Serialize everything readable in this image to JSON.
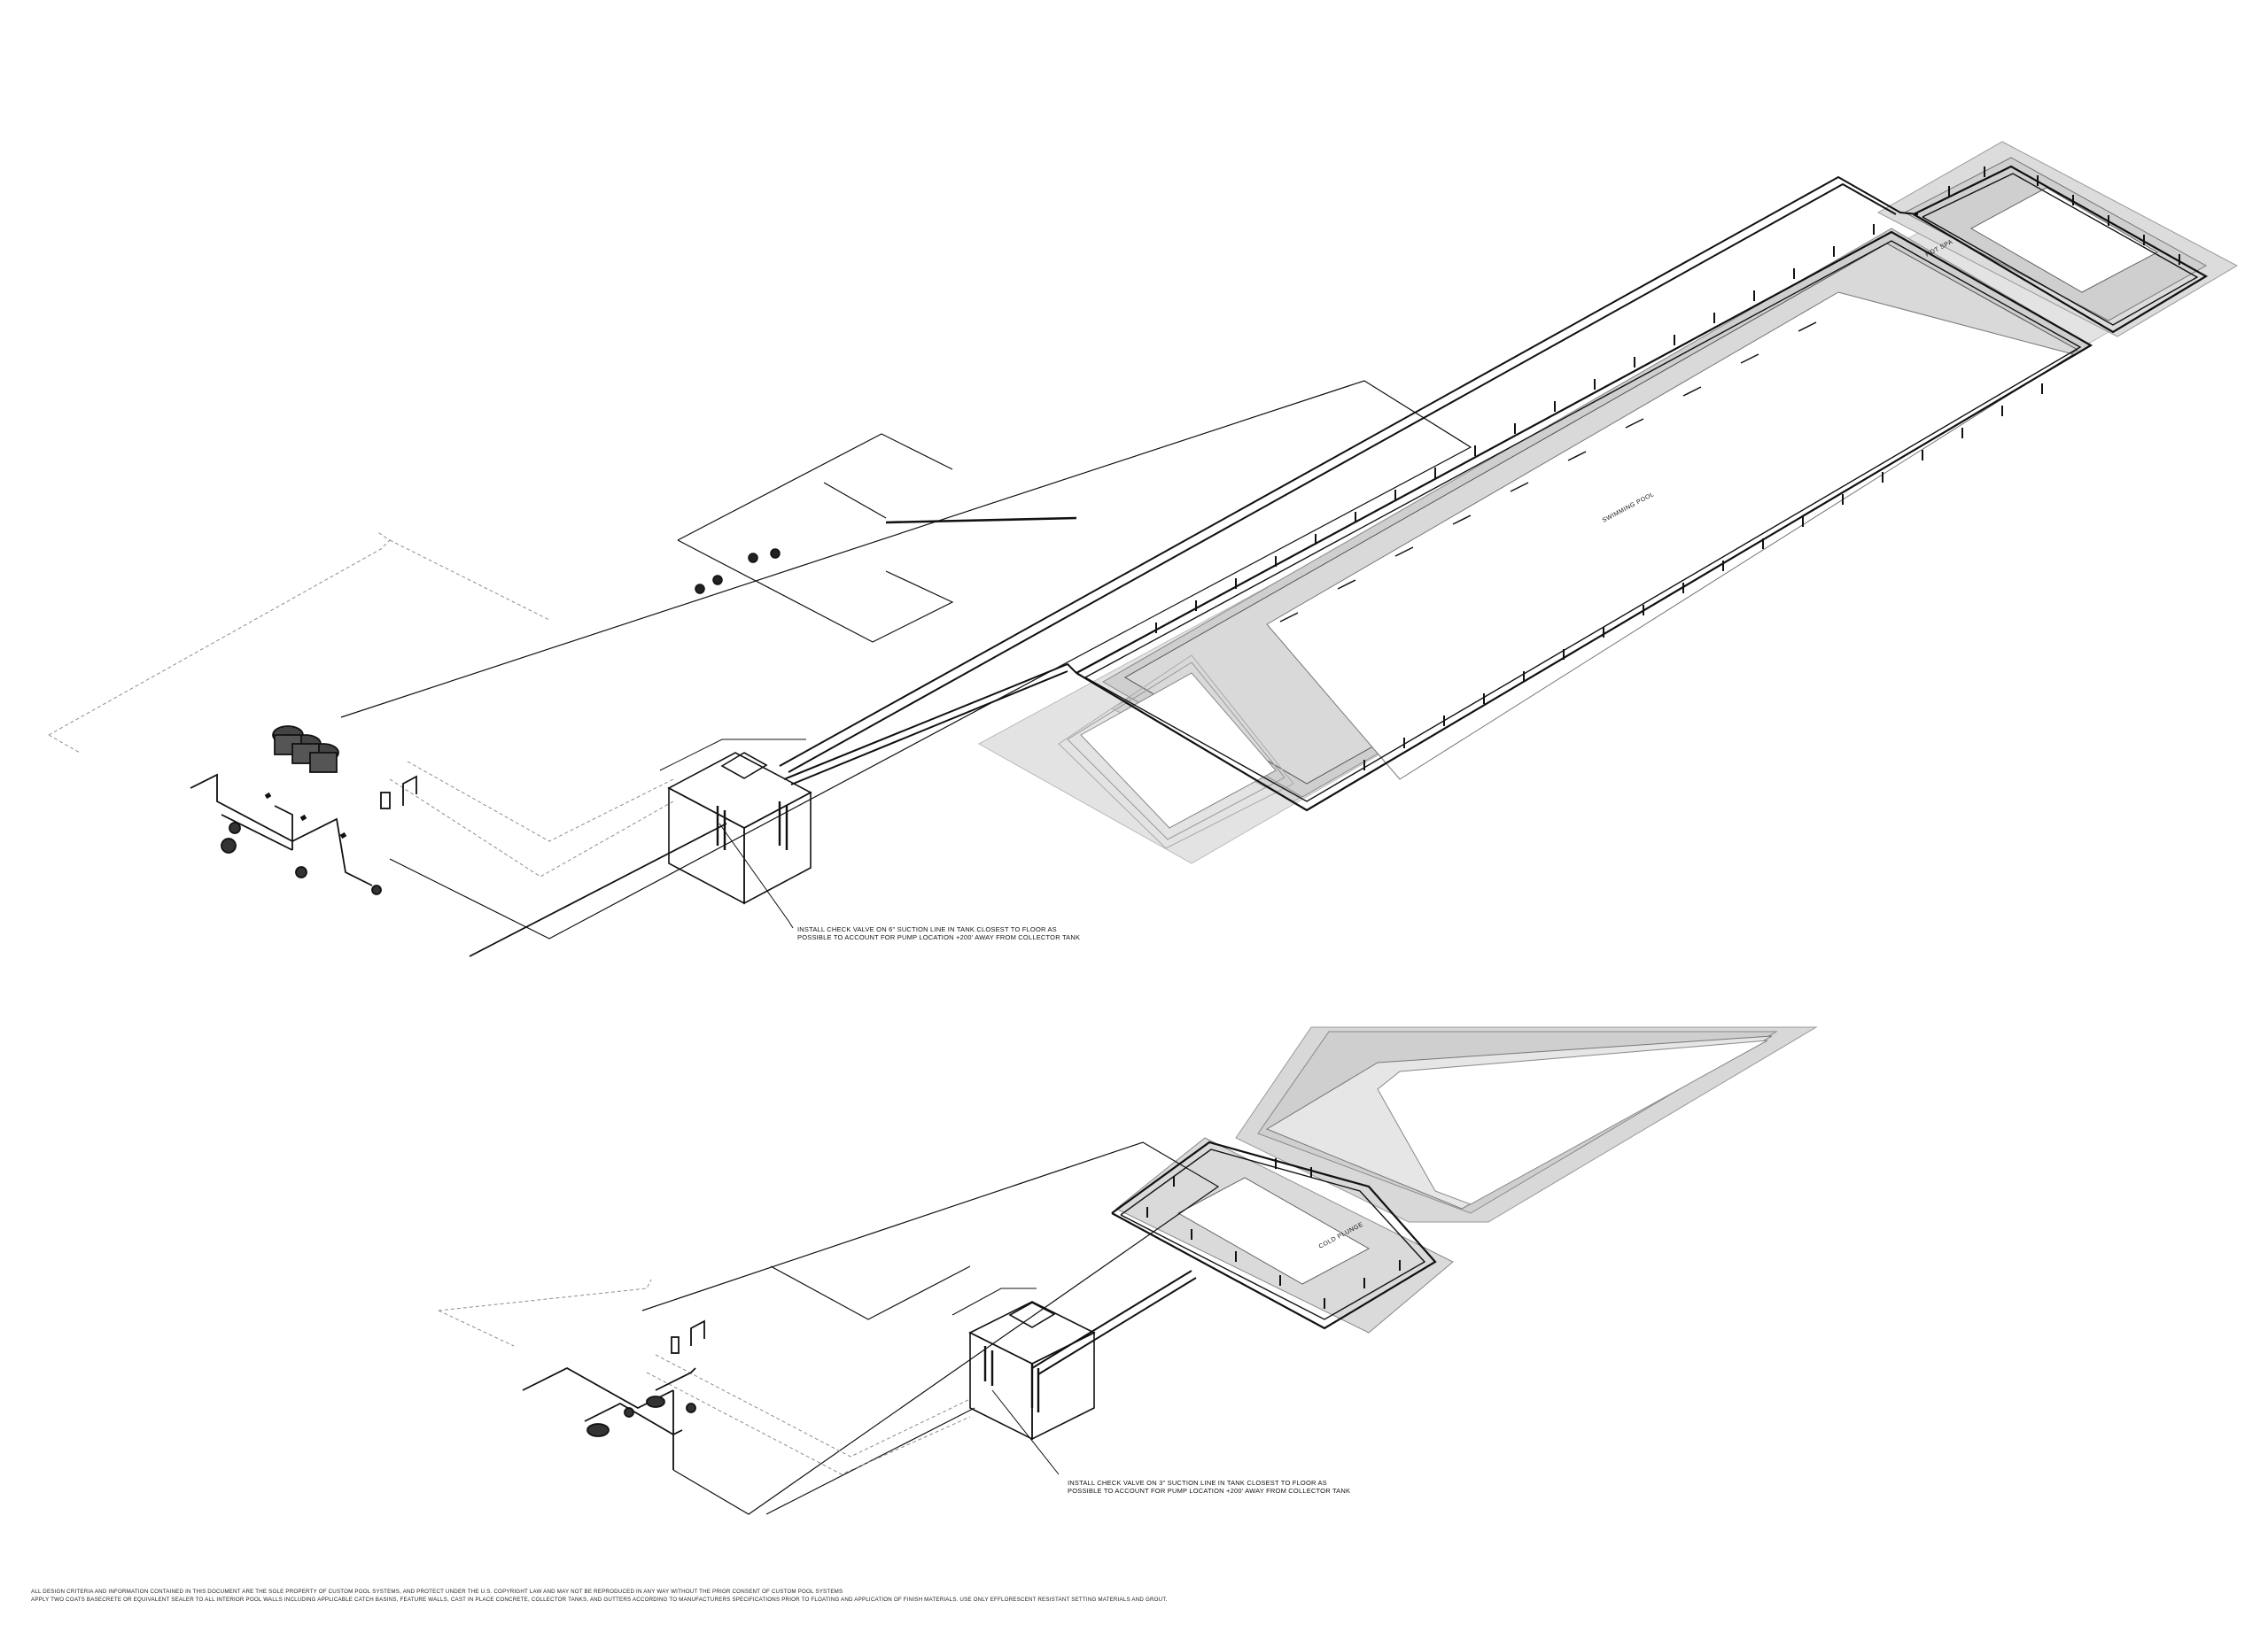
{
  "drawing": {
    "upper_system": {
      "pool_main_label": "SWIMMING POOL",
      "pool_spa_label": "HOT SPA",
      "callout": [
        "INSTALL CHECK VALVE ON 6\" SUCTION LINE IN TANK CLOSEST TO FLOOR AS",
        "POSSIBLE TO ACCOUNT FOR PUMP LOCATION +200' AWAY FROM COLLECTOR TANK"
      ]
    },
    "lower_system": {
      "pool_label": "COLD PLUNGE",
      "callout": [
        "INSTALL CHECK VALVE ON 3\" SUCTION LINE IN TANK CLOSEST TO FLOOR AS",
        "POSSIBLE TO ACCOUNT FOR PUMP LOCATION +200' AWAY FROM COLLECTOR TANK"
      ]
    },
    "colors": {
      "line": "#111111",
      "deck_fill": "#d9d9d9",
      "deck_light": "#ececec",
      "hidden_line": "#9a9a9a"
    }
  },
  "notes": [
    "ALL DESIGN CRITERIA AND INFORMATION CONTAINED IN THIS DOCUMENT ARE THE SOLE PROPERTY OF CUSTOM POOL SYSTEMS, AND PROTECT UNDER THE U.S. COPYRIGHT LAW AND MAY NOT BE REPRODUCED IN ANY WAY WITHOUT THE PRIOR CONSENT OF CUSTOM POOL SYSTEMS",
    "APPLY TWO COATS BASECRETE OR EQUIVALENT SEALER TO ALL INTERIOR POOL WALLS INCLUDING APPLICABLE CATCH BASINS, FEATURE WALLS, CAST IN PLACE CONCRETE, COLLECTOR TANKS, AND GUTTERS ACCORDING TO MANUFACTURERS SPECIFICATIONS PRIOR TO FLOATING AND APPLICATION OF FINISH MATERIALS. USE ONLY EFFLORESCENT RESISTANT SETTING MATERIALS AND GROUT."
  ]
}
